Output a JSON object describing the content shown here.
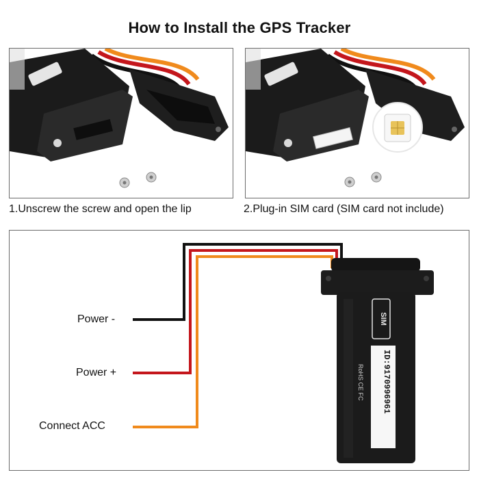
{
  "title": "How to Install the GPS Tracker",
  "steps": [
    {
      "caption": "1.Unscrew the screw and open the lip"
    },
    {
      "caption": "2.Plug-in SIM card (SIM card not include)"
    }
  ],
  "wiring": {
    "labels": [
      {
        "text": "Power -",
        "color": "#111111"
      },
      {
        "text": "Power +",
        "color": "#c4161c"
      },
      {
        "text": "Connect ACC",
        "color": "#f08a1c"
      }
    ]
  },
  "device": {
    "sim_label": "SIM",
    "id_label": "ID:9170996961",
    "cert_marks": "RoHS  CE  FC"
  },
  "colors": {
    "device_body": "#1b1b1b",
    "wire_black": "#111111",
    "wire_red": "#c4161c",
    "wire_orange": "#f08a1c",
    "sim_chip": "#e8c35a"
  }
}
